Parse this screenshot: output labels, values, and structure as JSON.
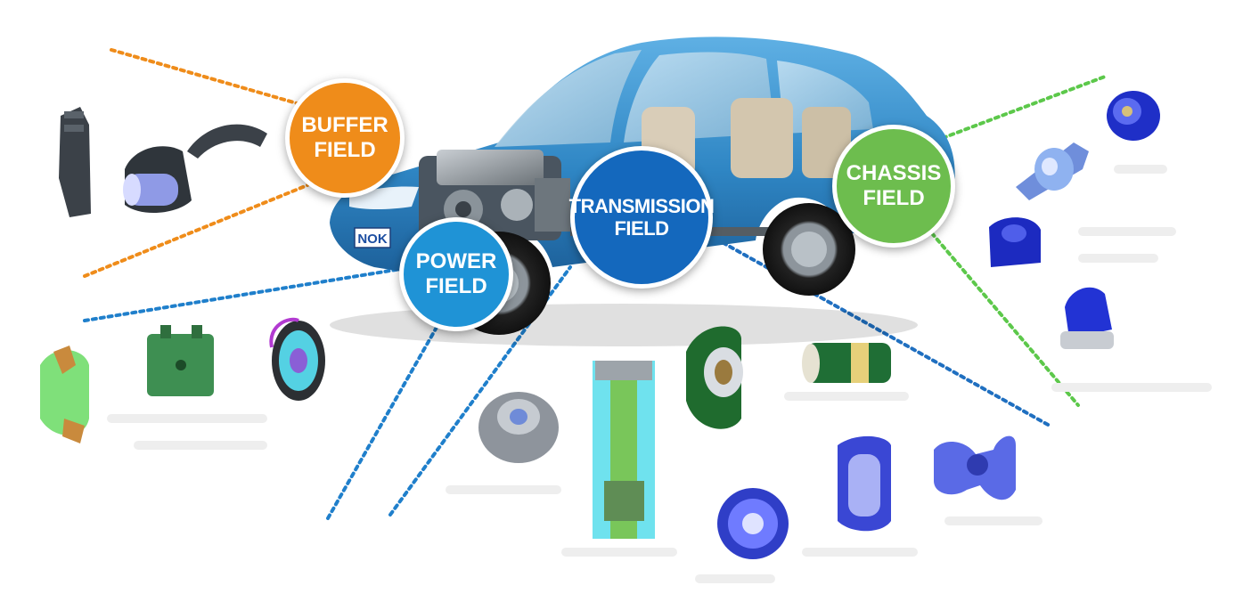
{
  "badges": {
    "buffer": {
      "line1": "BUFFER",
      "line2": "FIELD",
      "color": "#ef8c1a"
    },
    "power": {
      "line1": "POWER",
      "line2": "FIELD",
      "color": "#1f93d6"
    },
    "transmission": {
      "line1": "TRANSMISSION",
      "line2": "FIELD",
      "color": "#1468bd"
    },
    "chassis": {
      "line1": "CHASSIS",
      "line2": "FIELD",
      "color": "#6dbd4e"
    }
  },
  "car": {
    "brand_plate": "NOK",
    "body_color": "#2f86c4"
  },
  "line_colors": {
    "orange": "#ef8c1a",
    "blue": "#1f7fcb",
    "green": "#5cc84a"
  }
}
